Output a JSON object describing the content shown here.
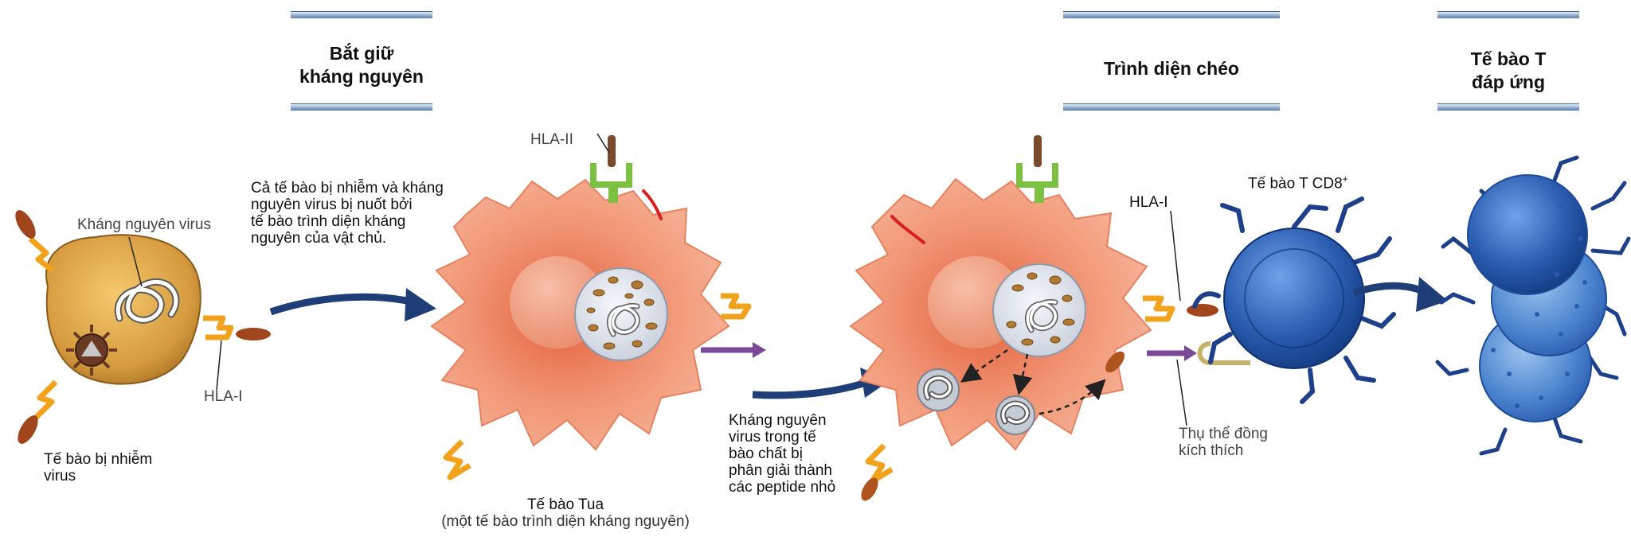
{
  "headers": {
    "capture": [
      "Bắt giữ",
      "kháng nguyên"
    ],
    "cross": [
      "Trình diện chéo"
    ],
    "tcell": [
      "Tế bào T",
      "đáp ứng"
    ]
  },
  "labels": {
    "viral_antigen": "Kháng nguyên virus",
    "hla_i_left": "HLA-I",
    "infected_cell": [
      "Tế bào bị nhiễm",
      "virus"
    ],
    "engulf_note": [
      "Cả tế bào bị nhiễm và kháng",
      "nguyên virus bị nuốt bởi",
      "tế bào trình diện kháng",
      "nguyên của vật chủ."
    ],
    "hla_ii": "HLA-II",
    "dendritic_cell": "Tế bào Tua",
    "dendritic_cell_sub": "(một tế bào trình diện kháng nguyên)",
    "degrade_note": [
      "Kháng nguyên",
      "virus trong tế",
      "bào chất bị",
      "phân giải thành",
      "các peptide nhỏ"
    ],
    "hla_i_right": "HLA-I",
    "cd8_cell": "Tế bào T CD8",
    "cd8_sup": "+",
    "costim_receptor": [
      "Thụ thể đồng",
      "kích thích"
    ]
  },
  "colors": {
    "dc_body": "#f3a184",
    "dc_core": "#e46a45",
    "tcell_blue": "#2a5cb0",
    "arrow_navy": "#1f3e78",
    "hla_i_orange": "#f2a31d",
    "hla_ii_green": "#7cc142",
    "costim_purple": "#7a4a98"
  }
}
